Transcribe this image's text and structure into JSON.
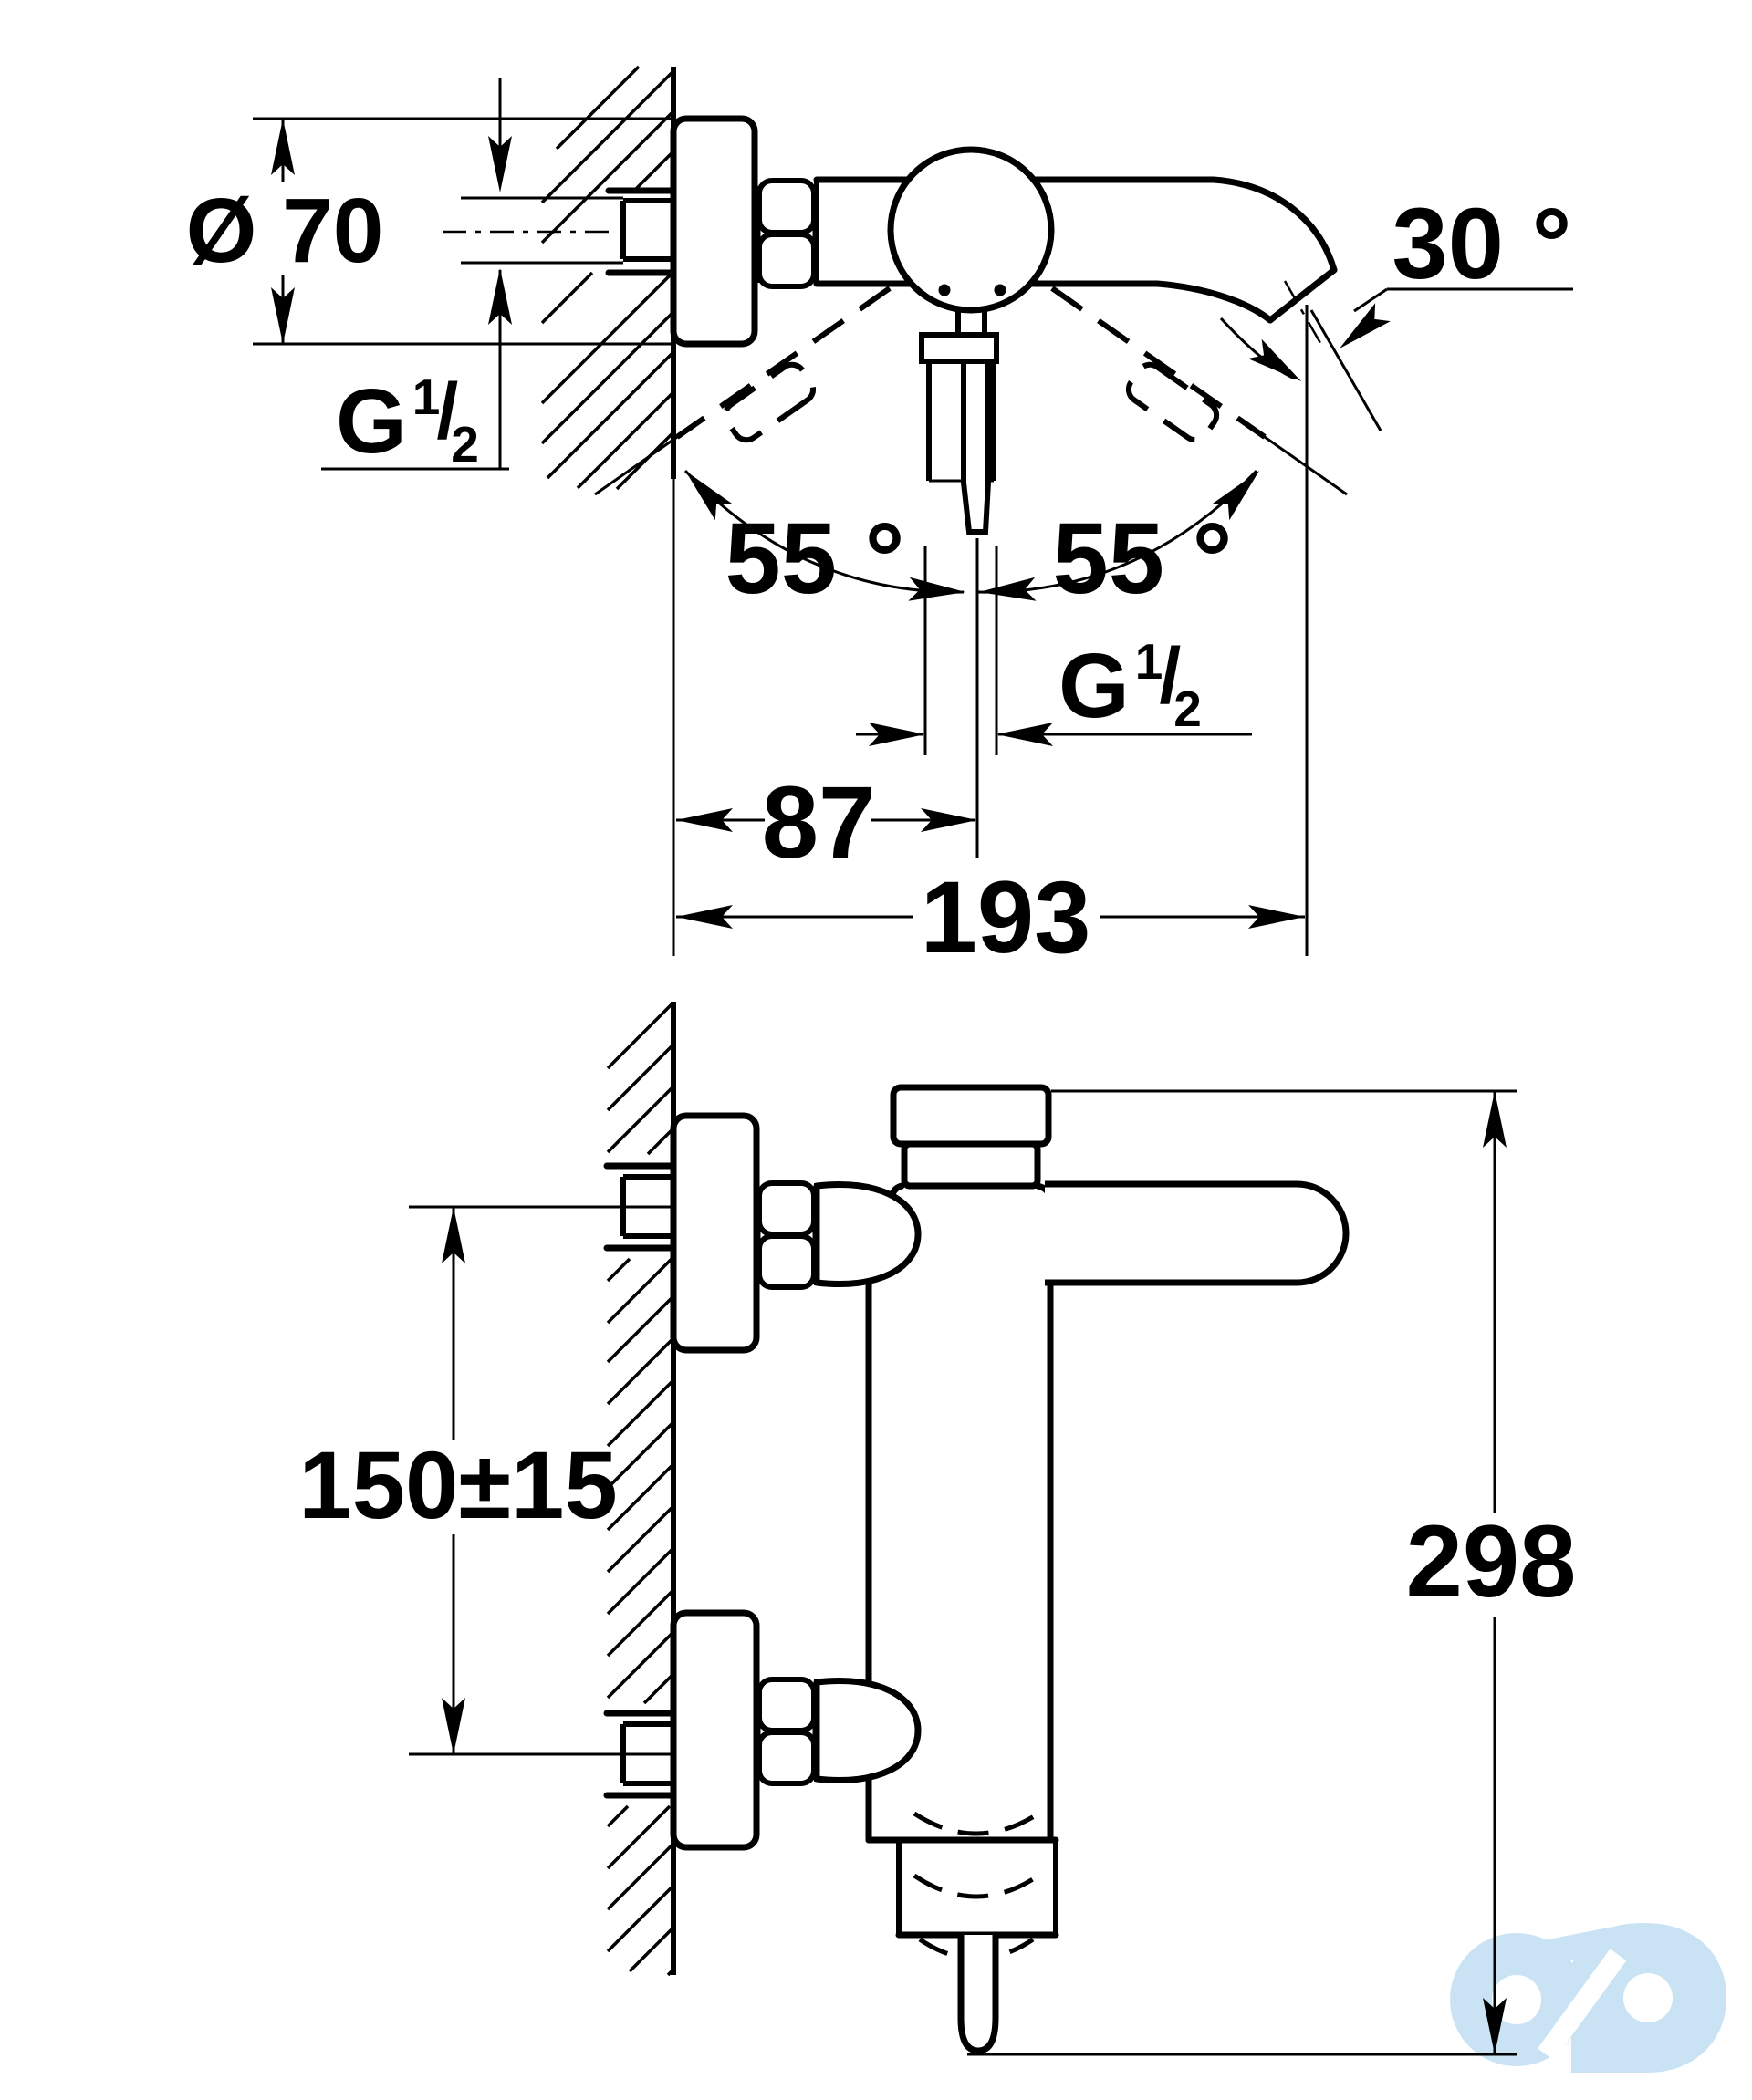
{
  "drawing": {
    "background_color": "#ffffff",
    "line_color": "#000000",
    "watermark_color": "#c9e3f5",
    "thread_label": {
      "base": "G",
      "sup": "1",
      "slash": "/",
      "sub": "2"
    },
    "top_view": {
      "flange_diameter_label": "Ø 70",
      "swing_left_label": "55 °",
      "swing_right_label": "55 °",
      "spout_angle_label": "30 °",
      "spout_offset_label": "87",
      "spout_reach_label": "193"
    },
    "front_view": {
      "connection_spacing_label": "150±15",
      "overall_height_label": "298"
    }
  }
}
